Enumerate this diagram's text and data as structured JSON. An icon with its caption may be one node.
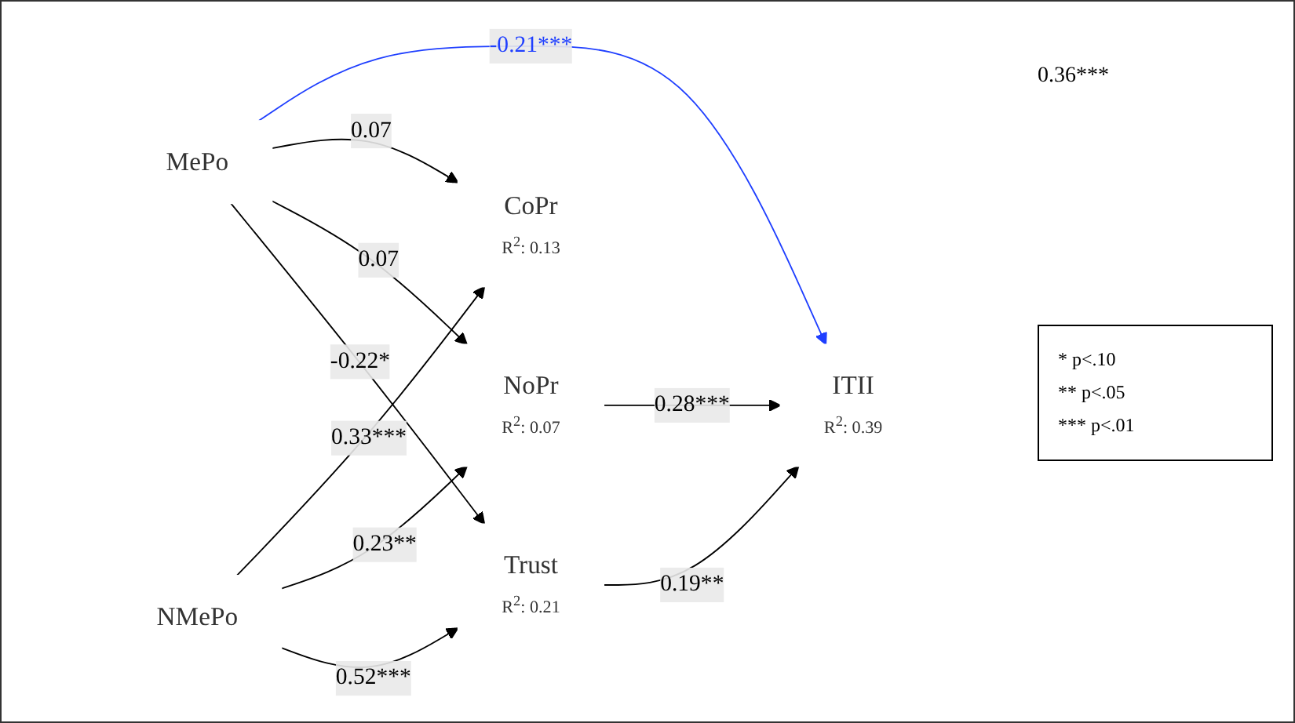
{
  "diagram": {
    "nodes": [
      {
        "text": [
          "MePo"
        ]
      },
      {
        "text": [
          "NMePo"
        ]
      },
      {
        "text": [
          "CoPr",
          "R$^{2}$: 0.13"
        ]
      },
      {
        "text": [
          "NoPr",
          "R$^{2}$: 0.07"
        ]
      },
      {
        "text": [
          "Trust",
          "R$^{2}$: 0.21"
        ]
      },
      {
        "text": [
          "ITII",
          "R$^{2}$: 0.39"
        ]
      }
    ],
    "edges": [
      {
        "from": 0,
        "to": 5,
        "arrow": "to",
        "label": "-0.21***",
        "color": "#1f3fff"
      },
      {
        "from": 0,
        "to": 2,
        "arrow": "to",
        "label": "0.07"
      },
      {
        "from": 0,
        "to": 3,
        "arrow": "to",
        "label": "0.07"
      },
      {
        "from": 0,
        "to": 4,
        "arrow": "to",
        "label": "-0.22*"
      },
      {
        "from": 1,
        "to": 2,
        "arrow": "to",
        "label": "0.33***"
      },
      {
        "from": 1,
        "to": 3,
        "arrow": "to",
        "label": "0.23**"
      },
      {
        "from": 1,
        "to": 4,
        "arrow": "to",
        "label": "0.52***"
      },
      {
        "from": 3,
        "to": 5,
        "arrow": "to",
        "label": "0.28***"
      },
      {
        "from": 4,
        "to": 5,
        "arrow": "to",
        "label": "0.19**"
      }
    ],
    "labels": [
      "0.36***",
      "* p<.10",
      "** p<.05",
      "*** p<.01"
    ]
  }
}
